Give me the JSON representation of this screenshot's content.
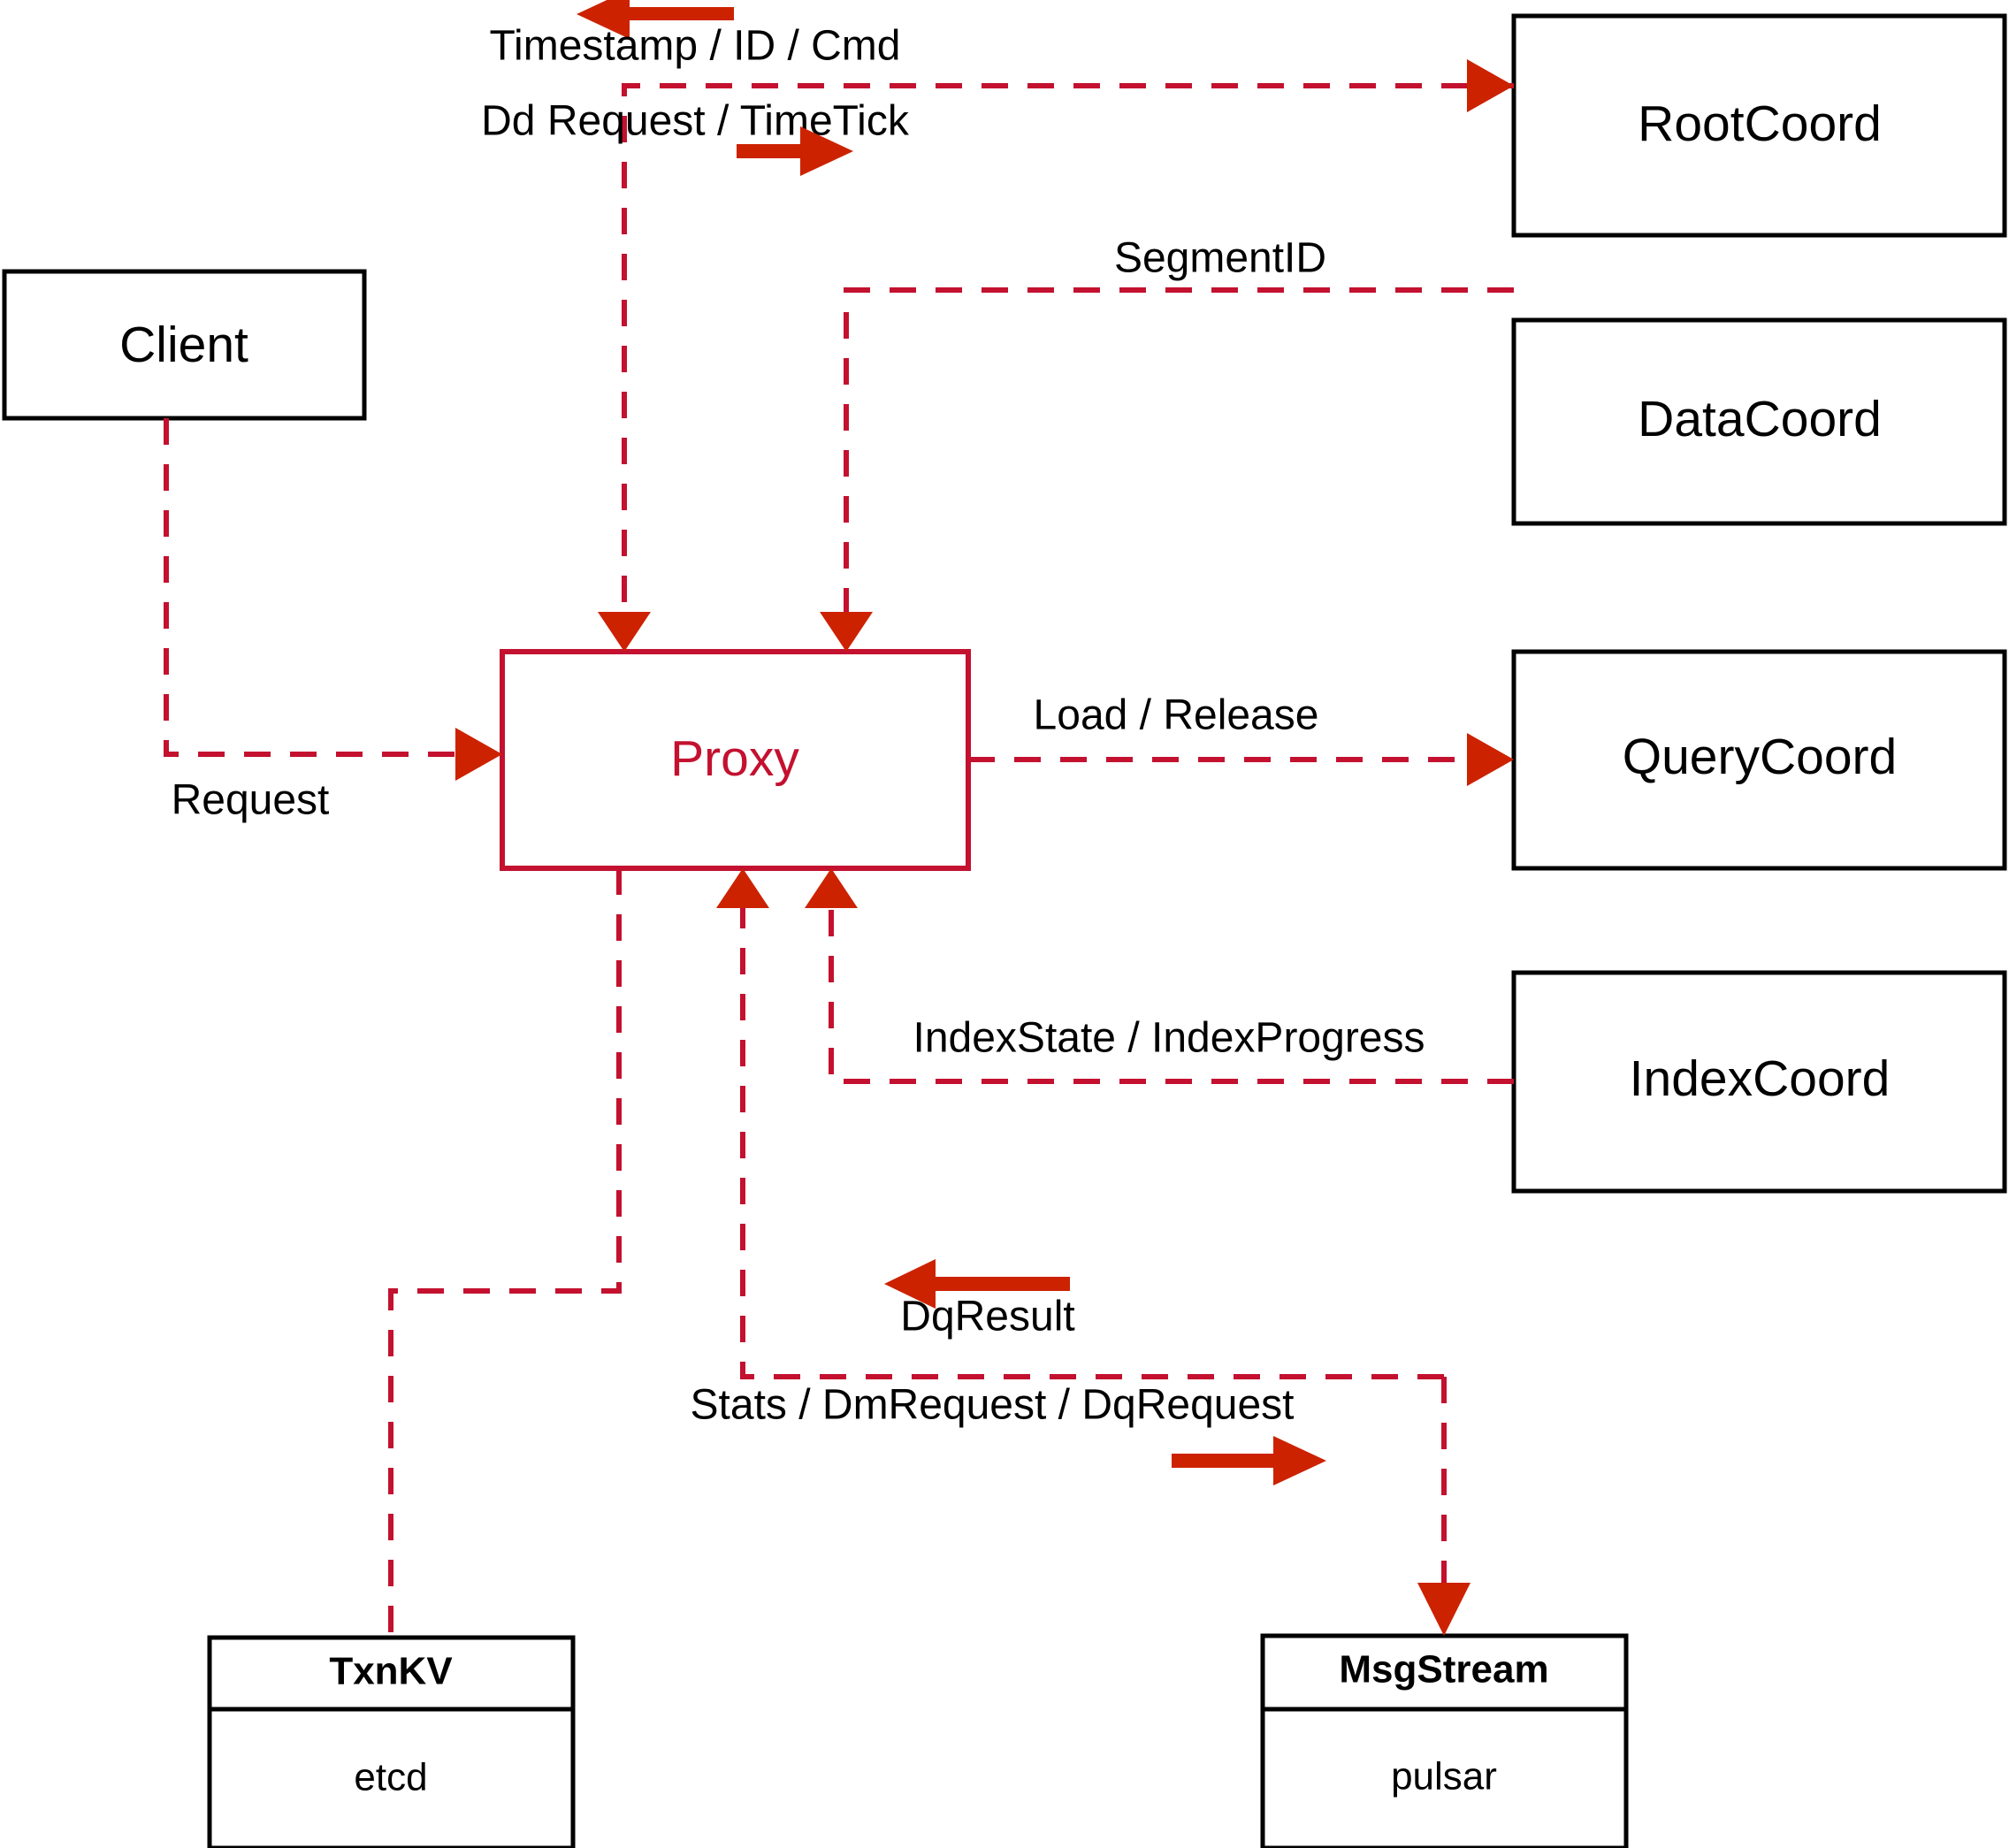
{
  "diagram": {
    "title": "Milvus Proxy Interaction Diagram",
    "colors": {
      "proxy_red": "#c3112f",
      "arrow_red": "#cc2200",
      "box_black": "#000000",
      "background": "#ffffff"
    },
    "nodes": {
      "client": {
        "label": "Client"
      },
      "proxy": {
        "label": "Proxy"
      },
      "root_coord": {
        "label": "RootCoord"
      },
      "data_coord": {
        "label": "DataCoord"
      },
      "query_coord": {
        "label": "QueryCoord"
      },
      "index_coord": {
        "label": "IndexCoord"
      },
      "txnkv": {
        "label": "TxnKV",
        "impl": "etcd"
      },
      "msgstream": {
        "label": "MsgStream",
        "impl": "pulsar"
      }
    },
    "edges": [
      {
        "id": "timestamp-id-cmd",
        "label": "Timestamp / ID / Cmd",
        "direction": "left",
        "from": "RootCoord",
        "to": "Proxy"
      },
      {
        "id": "dd-request-timetick",
        "label": "Dd Request / TimeTick",
        "direction": "right",
        "from": "Proxy",
        "to": "RootCoord"
      },
      {
        "id": "segment-id",
        "label": "SegmentID",
        "direction": "left",
        "from": "DataCoord",
        "to": "Proxy"
      },
      {
        "id": "load-release",
        "label": "Load / Release",
        "direction": "right",
        "from": "Proxy",
        "to": "QueryCoord"
      },
      {
        "id": "index-state-progress",
        "label": "IndexState / IndexProgress",
        "direction": "left",
        "from": "IndexCoord",
        "to": "Proxy"
      },
      {
        "id": "request",
        "label": "Request",
        "direction": "right",
        "from": "Client",
        "to": "Proxy"
      },
      {
        "id": "dq-result",
        "label": "DqResult",
        "direction": "left",
        "from": "MsgStream",
        "to": "Proxy"
      },
      {
        "id": "stats-dm-dq-request",
        "label": "Stats / DmRequest / DqRequest",
        "direction": "right",
        "from": "Proxy",
        "to": "MsgStream"
      }
    ]
  }
}
